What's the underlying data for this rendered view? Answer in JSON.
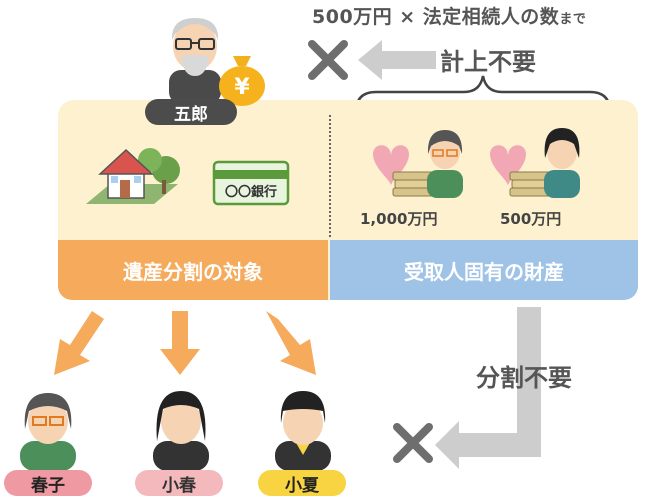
{
  "header": {
    "rule_main": "500万円 × 法定相続人の数",
    "rule_suffix": "まで",
    "not_counted": "計上不要"
  },
  "panel": {
    "left_band": "遺産分割の対象",
    "right_band": "受取人固有の財産",
    "amounts": [
      "1,000万円",
      "500万円"
    ],
    "bank_card_label": "〇〇銀行",
    "yen_symbol": "¥"
  },
  "deceased": {
    "name": "五郎"
  },
  "heirs": [
    {
      "name": "春子",
      "color": "#ef9aa2"
    },
    {
      "name": "小春",
      "color": "#f4b9bd"
    },
    {
      "name": "小夏",
      "color": "#f8d342"
    }
  ],
  "division_note": "分割不要",
  "colors": {
    "panel_bg": "#fdf1cf",
    "orange": "#f5aa5c",
    "blue": "#9fc3e6",
    "gray_arrow": "#cdcdcd",
    "x_mark": "#6e6e6e"
  }
}
